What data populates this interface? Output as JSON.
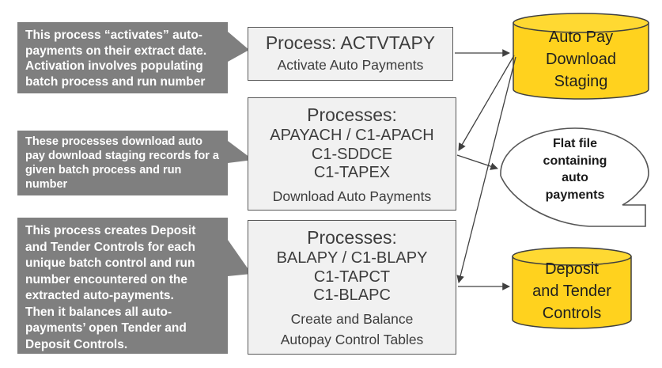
{
  "colors": {
    "callout_fill": "#7f7f7f",
    "callout_text": "#ffffff",
    "box_fill": "#f1f1f1",
    "box_border": "#595959",
    "box_text": "#3d3d3d",
    "cylinder_fill": "#ffd21e",
    "cylinder_lid": "#ffd932",
    "cylinder_border": "#3f3f3f",
    "bubble_border": "#555555",
    "arrow": "#404040"
  },
  "callouts": [
    {
      "text": "This process “activates” auto-\npayments on their extract date.\nActivation involves populating\nbatch process and run number"
    },
    {
      "text": "These processes download auto\npay download staging records for a\ngiven batch process and run\nnumber"
    },
    {
      "text": "This process creates Deposit\nand Tender Controls for each\nunique batch control and run\nnumber encountered on the\nextracted auto-payments.\nThen it balances all auto-\npayments’ open Tender and\nDeposit Controls."
    }
  ],
  "process_boxes": [
    {
      "title": "Process: ACTVTAPY",
      "codes": [],
      "captions": [
        "Activate Auto Payments"
      ]
    },
    {
      "title": "Processes:",
      "codes": [
        "APAYACH / C1-APACH",
        "C1-SDDCE",
        "C1-TAPEX"
      ],
      "captions": [
        "Download Auto Payments"
      ]
    },
    {
      "title": "Processes:",
      "codes": [
        "BALAPY / C1-BLAPY",
        "C1-TAPCT",
        "C1-BLAPC"
      ],
      "captions": [
        "Create and Balance",
        "Autopay Control Tables"
      ]
    }
  ],
  "datastores": [
    {
      "label": "Auto Pay\nDownload\nStaging"
    },
    {
      "label": "Deposit\nand Tender\nControls"
    }
  ],
  "flat_file": {
    "label": "Flat file\ncontaining\nauto\npayments"
  }
}
